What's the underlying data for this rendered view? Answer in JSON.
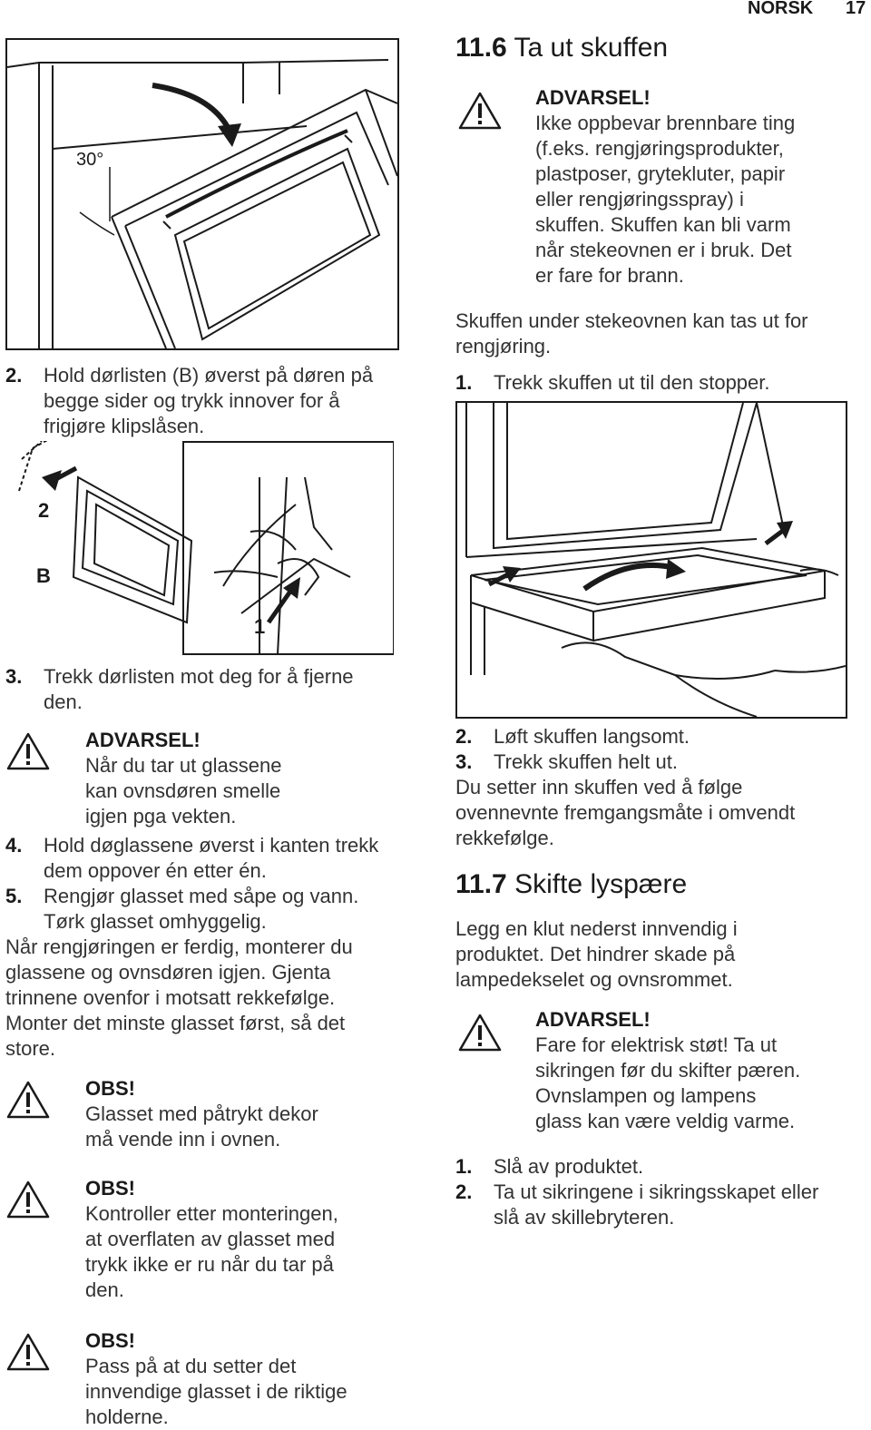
{
  "header": {
    "language": "NORSK",
    "page_number": "17"
  },
  "left": {
    "figure1": {
      "angle_label": "30°"
    },
    "step2": {
      "num": "2.",
      "lines": [
        "Hold dørlisten (B) øverst på døren på",
        "begge sider og trykk innover for å",
        "frigjøre klipslåsen."
      ]
    },
    "figure2": {
      "label_2": "2",
      "label_b": "B",
      "label_1": "1"
    },
    "step3": {
      "num": "3.",
      "lines": [
        "Trekk dørlisten mot deg for å fjerne",
        "den."
      ]
    },
    "warning": {
      "title": "ADVARSEL!",
      "lines": [
        "Når du tar ut glassene",
        "kan ovnsdøren smelle",
        "igjen pga vekten."
      ]
    },
    "step4": {
      "num": "4.",
      "lines": [
        "Hold døglassene øverst i kanten trekk",
        "dem oppover én etter én."
      ]
    },
    "step5": {
      "num": "5.",
      "lines": [
        "Rengjør glasset med såpe og vann.",
        "Tørk glasset omhyggelig."
      ]
    },
    "paragraph": [
      "Når rengjøringen er ferdig, monterer du",
      "glassene og ovnsdøren igjen. Gjenta",
      "trinnene ovenfor i motsatt rekkefølge.",
      "Monter det minste glasset først, så det",
      "store."
    ],
    "obs1": {
      "title": "OBS!",
      "lines": [
        "Glasset med påtrykt dekor",
        "må vende inn i ovnen."
      ]
    },
    "obs2": {
      "title": "OBS!",
      "lines": [
        "Kontroller etter monteringen,",
        "at overflaten av glasset med",
        "trykk ikke er ru når du tar på",
        "den."
      ]
    },
    "obs3": {
      "title": "OBS!",
      "lines": [
        "Pass på at du setter det",
        "innvendige glasset i de riktige",
        "holderne."
      ]
    }
  },
  "right": {
    "section1": {
      "number": "11.6",
      "title": "Ta ut skuffen"
    },
    "warning1": {
      "title": "ADVARSEL!",
      "lines": [
        "Ikke oppbevar brennbare ting",
        "(f.eks. rengjøringsprodukter,",
        "plastposer, grytekluter, papir",
        "eller rengjøringsspray) i",
        "skuffen. Skuffen kan bli varm",
        "når stekeovnen er i bruk. Det",
        "er fare for brann."
      ]
    },
    "intro": [
      "Skuffen under stekeovnen kan tas ut for",
      "rengjøring."
    ],
    "step1": {
      "num": "1.",
      "text": "Trekk skuffen ut til den stopper."
    },
    "step2": {
      "num": "2.",
      "text": "Løft skuffen langsomt."
    },
    "step3": {
      "num": "3.",
      "text": "Trekk skuffen helt ut."
    },
    "reinsert": [
      "Du setter inn skuffen ved å følge",
      "ovennevnte fremgangsmåte i omvendt",
      "rekkefølge."
    ],
    "section2": {
      "number": "11.7",
      "title": "Skifte lyspære"
    },
    "intro2": [
      "Legg en klut nederst innvendig i",
      "produktet. Det hindrer skade på",
      "lampedekselet og ovnsrommet."
    ],
    "warning2": {
      "title": "ADVARSEL!",
      "lines": [
        "Fare for elektrisk støt! Ta ut",
        "sikringen før du skifter pæren.",
        "Ovnslampen og lampens",
        "glass kan være veldig varme."
      ]
    },
    "stepA": {
      "num": "1.",
      "text": "Slå av produktet."
    },
    "stepB": {
      "num": "2.",
      "lines": [
        "Ta ut sikringene i sikringsskapet eller",
        "slå av skillebryteren."
      ]
    }
  }
}
